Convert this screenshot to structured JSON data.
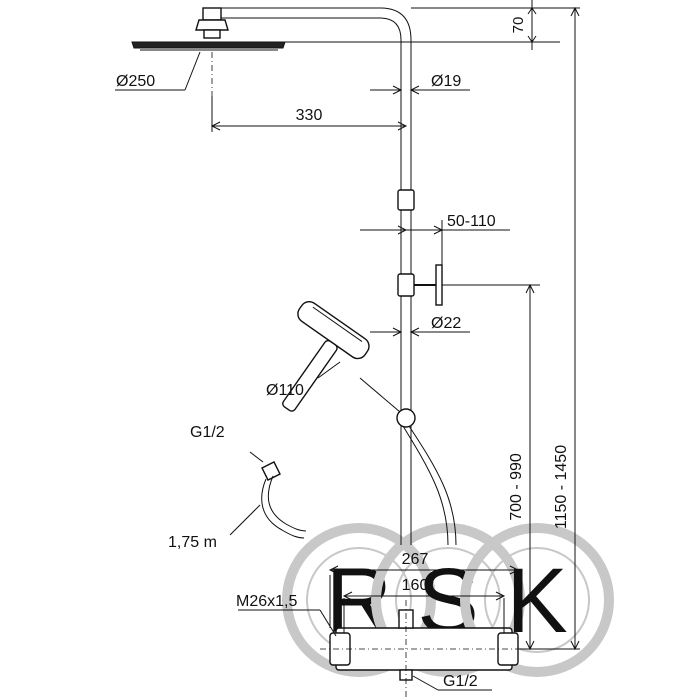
{
  "dimensions": {
    "shower_head_diameter": "Ø250",
    "arm_height": "70",
    "arm_reach": "330",
    "upper_pipe_diameter": "Ø19",
    "bracket_adjust": "50-110",
    "lower_pipe_diameter": "Ø22",
    "hand_shower_diameter": "Ø110",
    "hose_connection": "G1/2",
    "hose_length": "1,75 m",
    "bracket_height_range": "700 - 990",
    "total_height_range": "1150 - 1450",
    "mixer_width": "267",
    "inlet_spacing": "160",
    "inlet_thread": "M26x1,5",
    "outlet_connection": "G1/2"
  },
  "watermark": {
    "letters": [
      "R",
      "S",
      "K"
    ],
    "color": "#c8c8c8"
  }
}
